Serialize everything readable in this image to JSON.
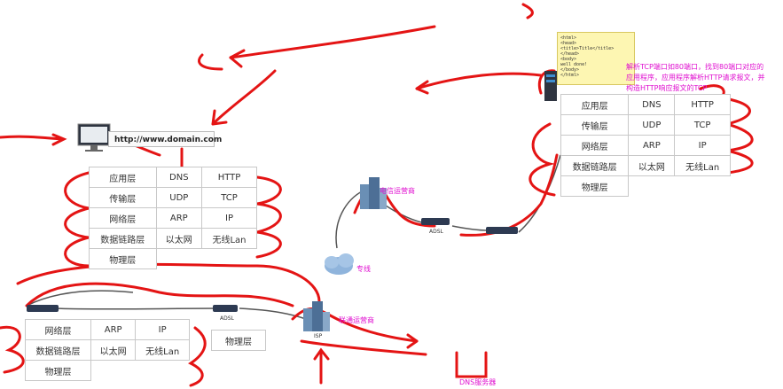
{
  "url_bar": "http://www.domain.com",
  "left_stack": [
    [
      "应用层",
      "DNS",
      "HTTP"
    ],
    [
      "传输层",
      "UDP",
      "TCP"
    ],
    [
      "网络层",
      "ARP",
      "IP"
    ],
    [
      "数据链路层",
      "以太网",
      "无线Lan"
    ],
    [
      "物理层"
    ]
  ],
  "right_stack": [
    [
      "应用层",
      "DNS",
      "HTTP"
    ],
    [
      "传输层",
      "UDP",
      "TCP"
    ],
    [
      "网络层",
      "ARP",
      "IP"
    ],
    [
      "数据链路层",
      "以太网",
      "无线Lan"
    ],
    [
      "物理层"
    ]
  ],
  "bottom_stack": [
    [
      "网络层",
      "ARP",
      "IP"
    ],
    [
      "数据链路层",
      "以太网",
      "无线Lan"
    ],
    [
      "物理层"
    ]
  ],
  "isp_physical": "物理层",
  "labels": {
    "telecom": "电信运营商",
    "unicom": "联通运营商",
    "leased_line": "专线",
    "adsl_top": "ADSL",
    "adsl_bottom": "ADSL",
    "isp": "ISP",
    "dns_server": "DNS服务器"
  },
  "annotation": [
    "解析TCP端口如80端口，找到80端口对应的",
    "应用程序，应用程序解析HTTP请求报文，并",
    "构造HTTP响应报文的TCP"
  ],
  "html_note": [
    "<html>",
    "<head>",
    "<title>Title</title>",
    "</head>",
    "<body>",
    "well done!",
    "</body>",
    "</html>"
  ]
}
